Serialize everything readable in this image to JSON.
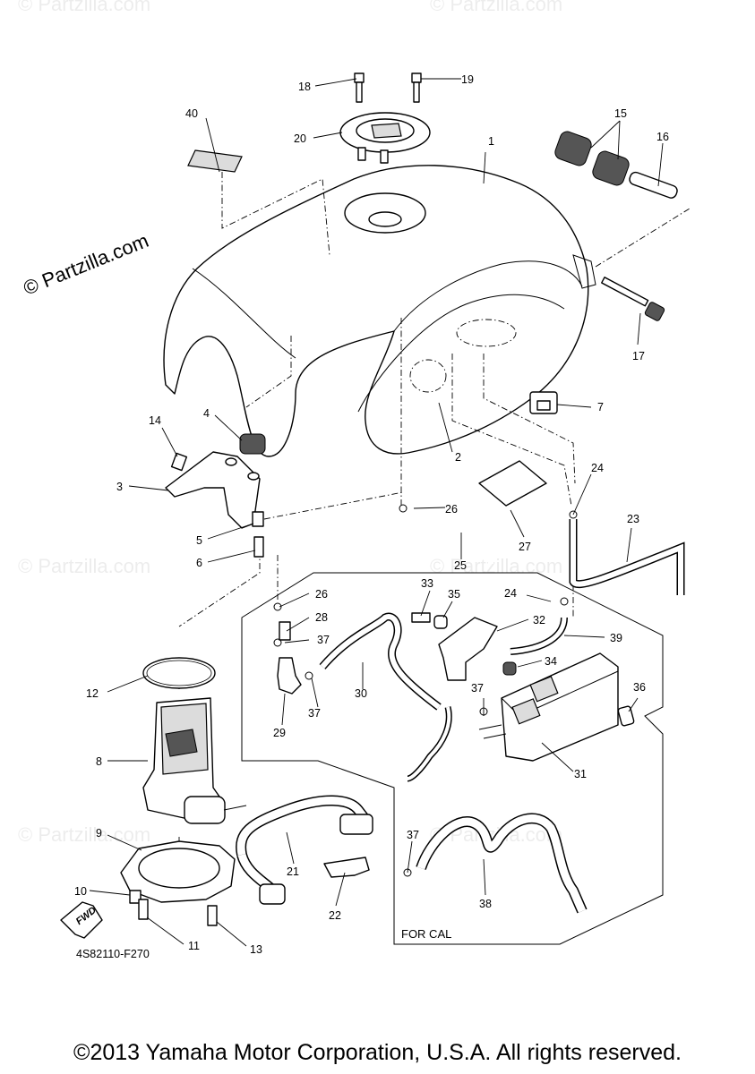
{
  "watermark_text": "© Partzilla.com",
  "diagram_code": "4S82110-F270",
  "for_cal_label": "FOR CAL",
  "fwd_label": "FWD",
  "copyright": "©2013 Yamaha Motor Corporation, U.S.A. All rights reserved.",
  "callouts": {
    "p1": "1",
    "p2": "2",
    "p3": "3",
    "p4": "4",
    "p5": "5",
    "p6": "6",
    "p7": "7",
    "p8": "8",
    "p9": "9",
    "p10": "10",
    "p11": "11",
    "p12": "12",
    "p13": "13",
    "p14": "14",
    "p15": "15",
    "p16": "16",
    "p17": "17",
    "p18": "18",
    "p19": "19",
    "p20": "20",
    "p21": "21",
    "p22": "22",
    "p23": "23",
    "p24a": "24",
    "p24b": "24",
    "p25": "25",
    "p26a": "26",
    "p26b": "26",
    "p27": "27",
    "p28": "28",
    "p29": "29",
    "p30": "30",
    "p31": "31",
    "p32": "32",
    "p33": "33",
    "p34": "34",
    "p35": "35",
    "p36": "36",
    "p37a": "37",
    "p37b": "37",
    "p37c": "37",
    "p37d": "37",
    "p38": "38",
    "p39": "39",
    "p40": "40"
  }
}
